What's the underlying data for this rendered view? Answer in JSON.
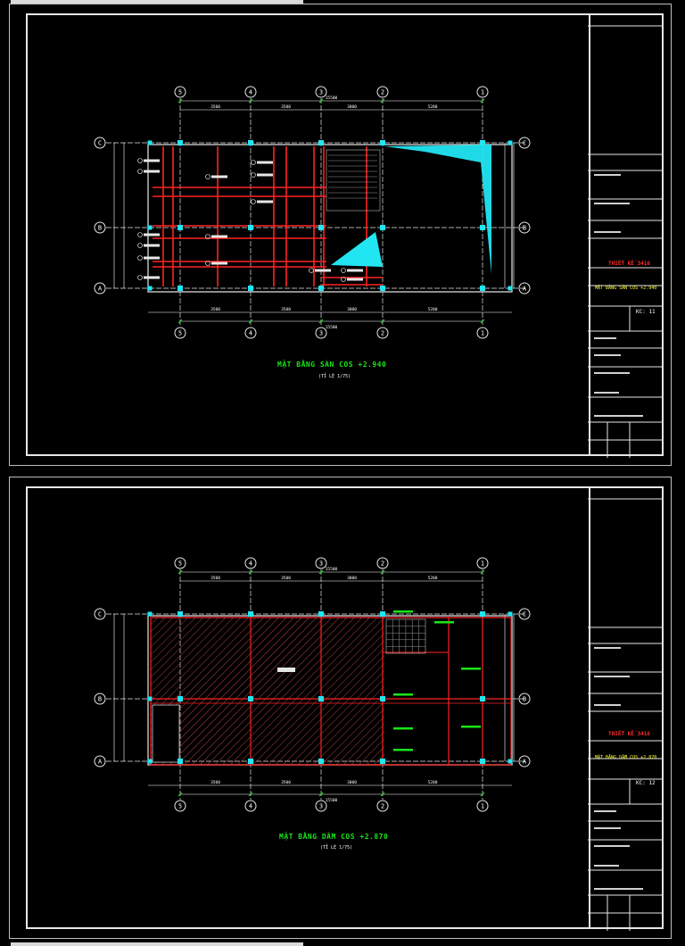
{
  "sheets": [
    {
      "plan_title": "MẶT BẰNG SÀN COS +2.940",
      "scale": "(TỈ LỆ 1/75)",
      "tb_heading": "THIẾT KẾ 3416",
      "tb_drawing": "MẶT BẰNG SÀN COS +2.940",
      "tb_sheet_no": "KC: 11"
    },
    {
      "plan_title": "MẶT BẰNG DẦM COS +2.870",
      "scale": "(TỈ LỆ 1/75)",
      "tb_heading": "THIẾT KẾ 3416",
      "tb_drawing": "MẶT BẰNG DẦM COS +2.870",
      "tb_sheet_no": "KC: 12"
    }
  ],
  "grid": {
    "columns": [
      "5",
      "4",
      "3",
      "2",
      "1"
    ],
    "rows": [
      "C",
      "B",
      "A"
    ],
    "top_dims": [
      "3500",
      "3500",
      "3000",
      "5200"
    ],
    "total": "15500"
  },
  "colors": {
    "background": "#000000",
    "frame": "#e6e6e6",
    "axis": "#e6e6e6",
    "column": "#22e5f2",
    "beam": "#ff2222",
    "dimension": "#ffffff",
    "title_green": "#19e619",
    "title_red": "#ff2a2a",
    "title_yellow": "#ffff33"
  },
  "icons": [
    "column-node-icon",
    "axis-bubble-icon",
    "stair-icon"
  ]
}
